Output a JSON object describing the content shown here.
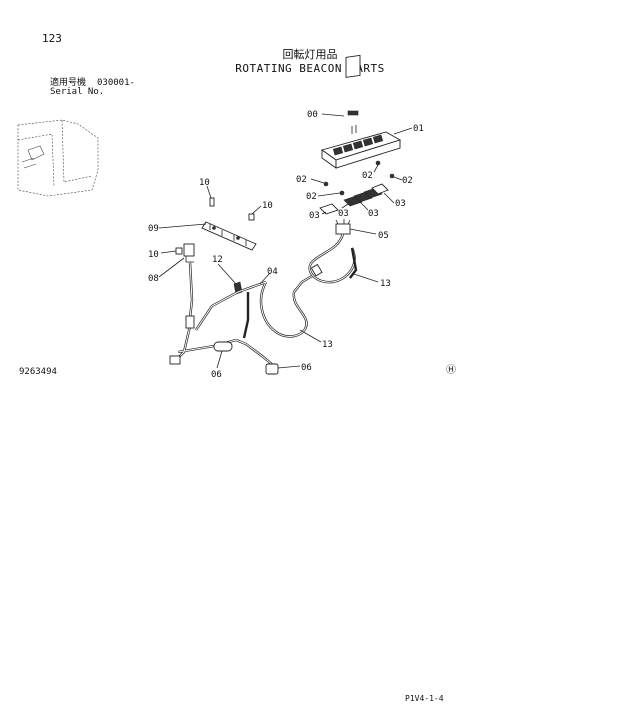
{
  "header": {
    "page_number": "123",
    "title_jp": "回転灯用品",
    "title_en": "ROTATING BEACON PARTS"
  },
  "serial": {
    "label_jp": "適用号機",
    "value": "030001-",
    "label_en": "Serial No."
  },
  "drawing_number": "9263494",
  "page_code": "P1V4-1-4",
  "hitachi_mark": "Ⓗ",
  "callouts": {
    "c00": "00",
    "c01": "01",
    "c02a": "02",
    "c02b": "02",
    "c02c": "02",
    "c02d": "02",
    "c03a": "03",
    "c03b": "03",
    "c03c": "03",
    "c03d": "03",
    "c04": "04",
    "c05": "05",
    "c06a": "06",
    "c06b": "06",
    "c08": "08",
    "c09": "09",
    "c10a": "10",
    "c10b": "10",
    "c10c": "10",
    "c12": "12",
    "c13a": "13",
    "c13b": "13"
  }
}
